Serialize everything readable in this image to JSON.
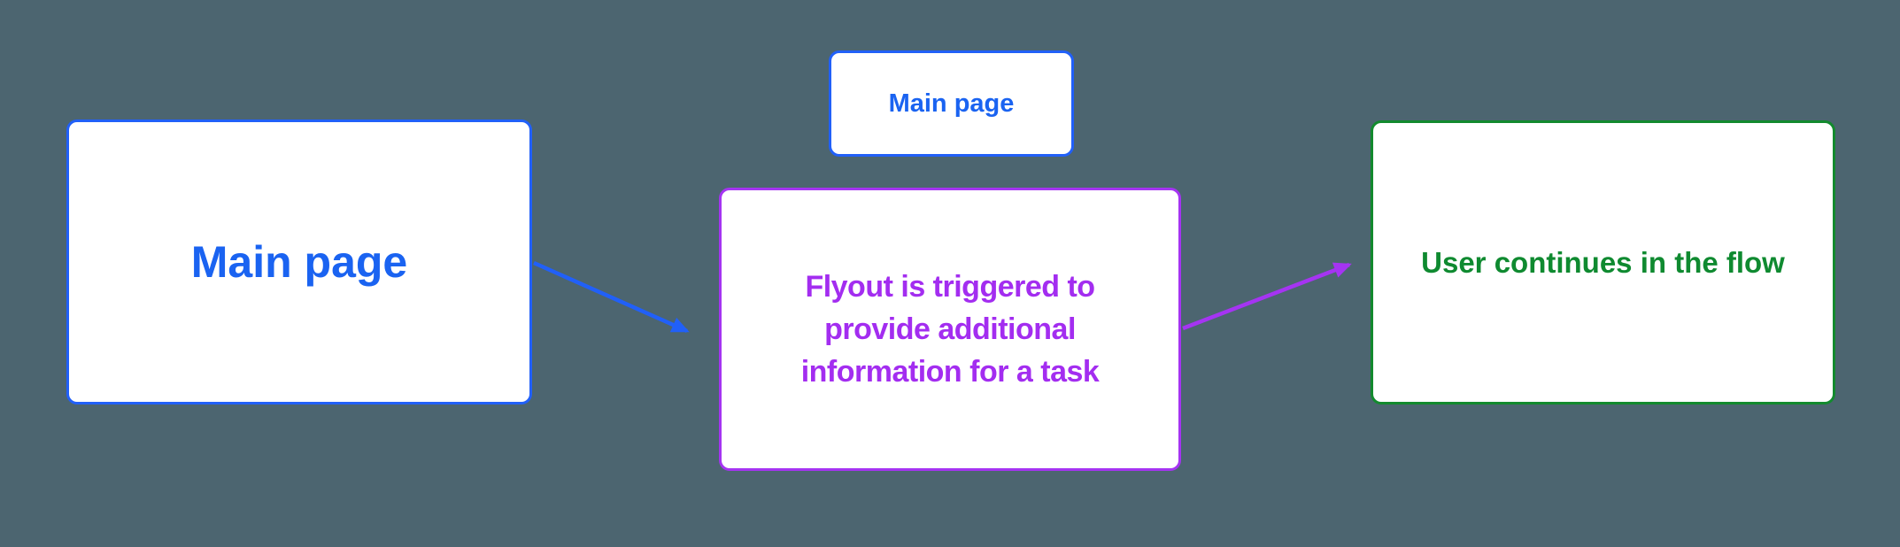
{
  "diagram": {
    "background_color": "#4C6570",
    "nodes": [
      {
        "id": "main-page-left",
        "label": "Main page",
        "text_color": "#1A63F1",
        "border_color": "#2160F8",
        "fill_color": "#FFFFFF"
      },
      {
        "id": "main-page-top",
        "label": "Main page",
        "text_color": "#1A63F1",
        "border_color": "#2160F8",
        "fill_color": "#FFFFFF"
      },
      {
        "id": "flyout",
        "label": "Flyout is triggered to provide additional information for a task",
        "text_color": "#A32DF0",
        "border_color": "#A534F2",
        "fill_color": "#FFFFFF"
      },
      {
        "id": "user-continues",
        "label": "User continues in the flow",
        "text_color": "#0F8A30",
        "border_color": "#138A2E",
        "fill_color": "#FFFFFF"
      }
    ],
    "connectors": [
      {
        "id": "main-to-flyout",
        "from": "main-page-left",
        "to": "flyout",
        "color": "#2160F8",
        "direction": "down-right"
      },
      {
        "id": "flyout-to-continue",
        "from": "flyout",
        "to": "user-continues",
        "color": "#A534F2",
        "direction": "up-right"
      }
    ]
  }
}
